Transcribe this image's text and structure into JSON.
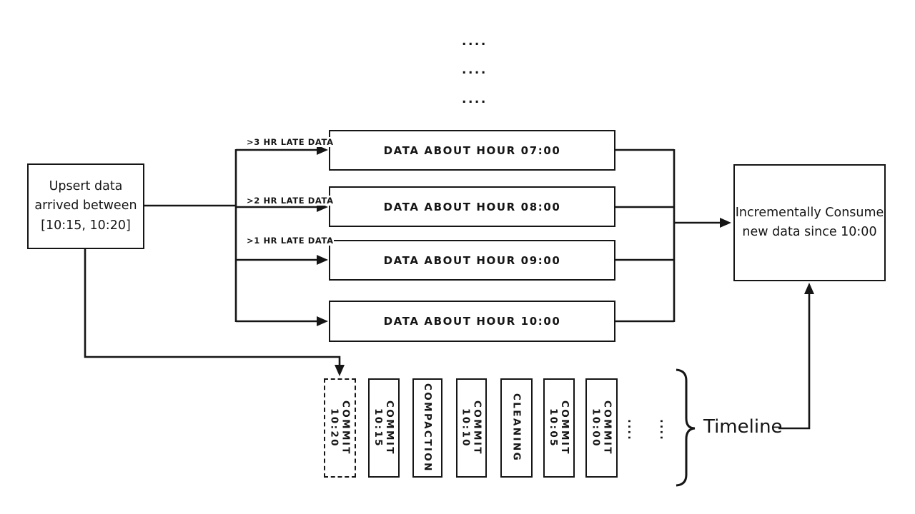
{
  "diagram": {
    "colors": {
      "ink": "#151515",
      "background": "#ffffff"
    },
    "ellipsis_top": [
      "....",
      "....",
      "...."
    ],
    "upsert_box": {
      "text": "Upsert data\narrived between\n[10:15, 10:20]"
    },
    "late_arrow_labels": [
      ">3 HR LATE DATA",
      ">2 HR LATE DATA",
      ">1 HR LATE DATA"
    ],
    "hour_boxes": [
      {
        "label": "DATA ABOUT HOUR 07:00"
      },
      {
        "label": "DATA ABOUT HOUR 08:00"
      },
      {
        "label": "DATA ABOUT HOUR 09:00"
      },
      {
        "label": "DATA ABOUT HOUR 10:00"
      }
    ],
    "consume_box": {
      "text": "Incrementally Consume\nnew data since 10:00"
    },
    "timeline": {
      "label": "Timeline",
      "entries": [
        {
          "label": "COMMIT 10:20",
          "style": "dashed"
        },
        {
          "label": "COMMIT 10:15",
          "style": "solid"
        },
        {
          "label": "COMPACTION",
          "style": "solid"
        },
        {
          "label": "COMMIT 10:10",
          "style": "solid"
        },
        {
          "label": "CLEANING",
          "style": "solid"
        },
        {
          "label": "COMMIT 10:05",
          "style": "solid"
        },
        {
          "label": "COMMIT 10:00",
          "style": "solid"
        }
      ],
      "ellipsis": [
        "....",
        "...."
      ]
    }
  }
}
